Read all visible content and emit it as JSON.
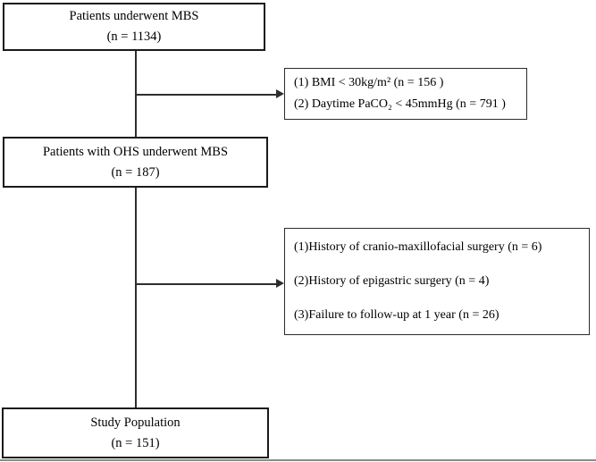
{
  "figure": {
    "colors": {
      "background": "#ffffff",
      "box_border_color": "#1a1a1a",
      "exclusion_border_color": "#2b2b2b",
      "connector_color": "#2e2e2e",
      "figure_bottom_rule": "#8a8a8a",
      "text_color": "#000000"
    }
  },
  "boxes": {
    "top": {
      "title": "Patients underwent MBS",
      "count": "(n = 1134)"
    },
    "exclusion1": {
      "items": [
        "(1) BMI < 30kg/m² (n = 156 )",
        "(2) Daytime PaCO₂ < 45mmHg (n = 791 )"
      ]
    },
    "middle": {
      "title": "Patients with OHS underwent MBS",
      "count": "(n = 187)"
    },
    "exclusion2": {
      "items": [
        "(1)History of cranio-maxillofacial surgery (n = 6)",
        "(2)History of epigastric surgery (n = 4)",
        "(3)Failure to follow-up at 1 year (n = 26)"
      ]
    },
    "bottom": {
      "title": "Study Population",
      "count": "(n = 151)"
    }
  }
}
